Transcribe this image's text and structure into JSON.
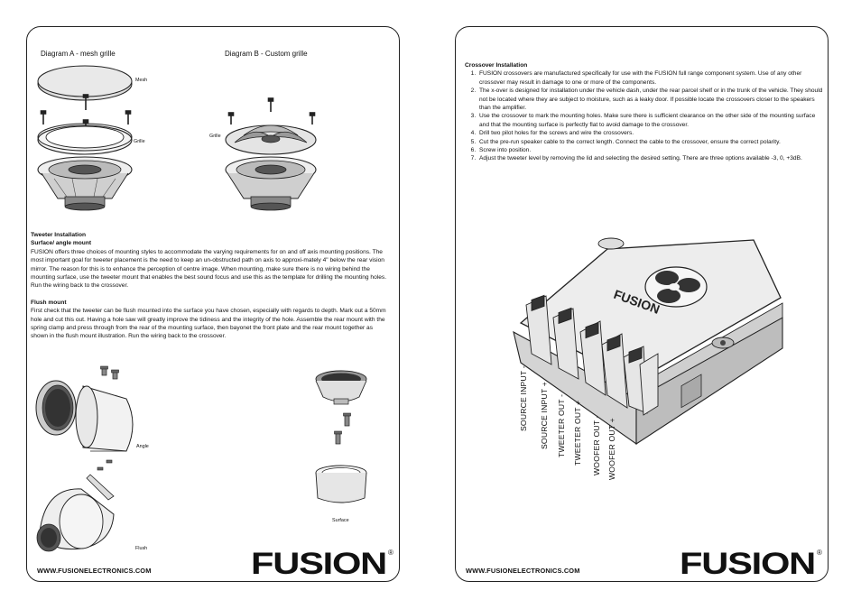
{
  "left": {
    "diagram_a_label": "Diagram A - mesh grille",
    "diagram_b_label": "Diagram B - Custom grille",
    "label_mesh": "Mesh",
    "label_grille_a": "Grille",
    "label_grille_b": "Grille",
    "tweeter_title": "Tweeter Installation",
    "surface_title": "Surface/ angle mount",
    "surface_body": "FUSION offers three choices of mounting styles to accommodate the varying requirements for on and off axis mounting positions. The most important goal for tweeter placement is the need to keep an un-obstructed path on axis to approxi-mately 4\" below the rear vision mirror. The reason for this is to enhance the perception of centre image. When mounting, make sure there is no wiring behind the mounting surface, use the tweeter mount that enables the best sound focus and use this as the template for drilling the mounting holes. Run the wiring back to the crossover.",
    "flush_title": "Flush mount",
    "flush_body": "First check that the tweeter can be flush mounted into the surface you have chosen, especially with regards to depth. Mark out a 50mm hole and cut this out. Having a hole saw will greatly improve the tidiness and the integrity of the hole. Assemble the rear mount with the spring clamp and press through from the rear of the mounting surface, then bayonet the front plate and the rear mount together as shown in the flush mount illustration. Run the wiring back to the crossover.",
    "label_angle": "Angle",
    "label_surface": "Surface",
    "label_flush": "Flush",
    "url": "WWW.FUSIONELECTRONICS.COM",
    "brand": "FUSION",
    "reg": "®"
  },
  "right": {
    "crossover_title": "Crossover Installation",
    "steps": [
      "FUSION crossovers are manufactured specifically for use with the FUSION full range component system. Use of any other crossover may result in damage to one or more of the components.",
      "The x-over is designed for installation under the vehicle dash, under the rear parcel shelf or in the trunk of the vehicle. They should not be located where they are subject to moisture, such as a leaky door. If possible locate the crossovers closer to the speakers than the amplifier.",
      "Use the crossover to mark the mounting holes. Make sure there is sufficient clearance on the other side of the mounting surface and that the mounting surface is perfectly flat to avoid damage to the crossover.",
      "Drill two pilot holes for the screws and wire the crossovers.",
      "Cut the pre-run speaker cable to the correct length. Connect the cable to the crossover, ensure the correct polarity.",
      "Screw into position.",
      "Adjust the tweeter level  by removing the lid and selecting the desired setting. There are three options available -3, 0, +3dB."
    ],
    "terminals": [
      "SOURCE INPUT -",
      "SOURCE INPUT +",
      "TWEETER OUT -",
      "TWEETER OUT +",
      "WOOFER OUT -",
      "WOOFER OUT +"
    ],
    "case_brand": "FUSION",
    "url": "WWW.FUSIONELECTRONICS.COM",
    "brand": "FUSION",
    "reg": "®"
  }
}
